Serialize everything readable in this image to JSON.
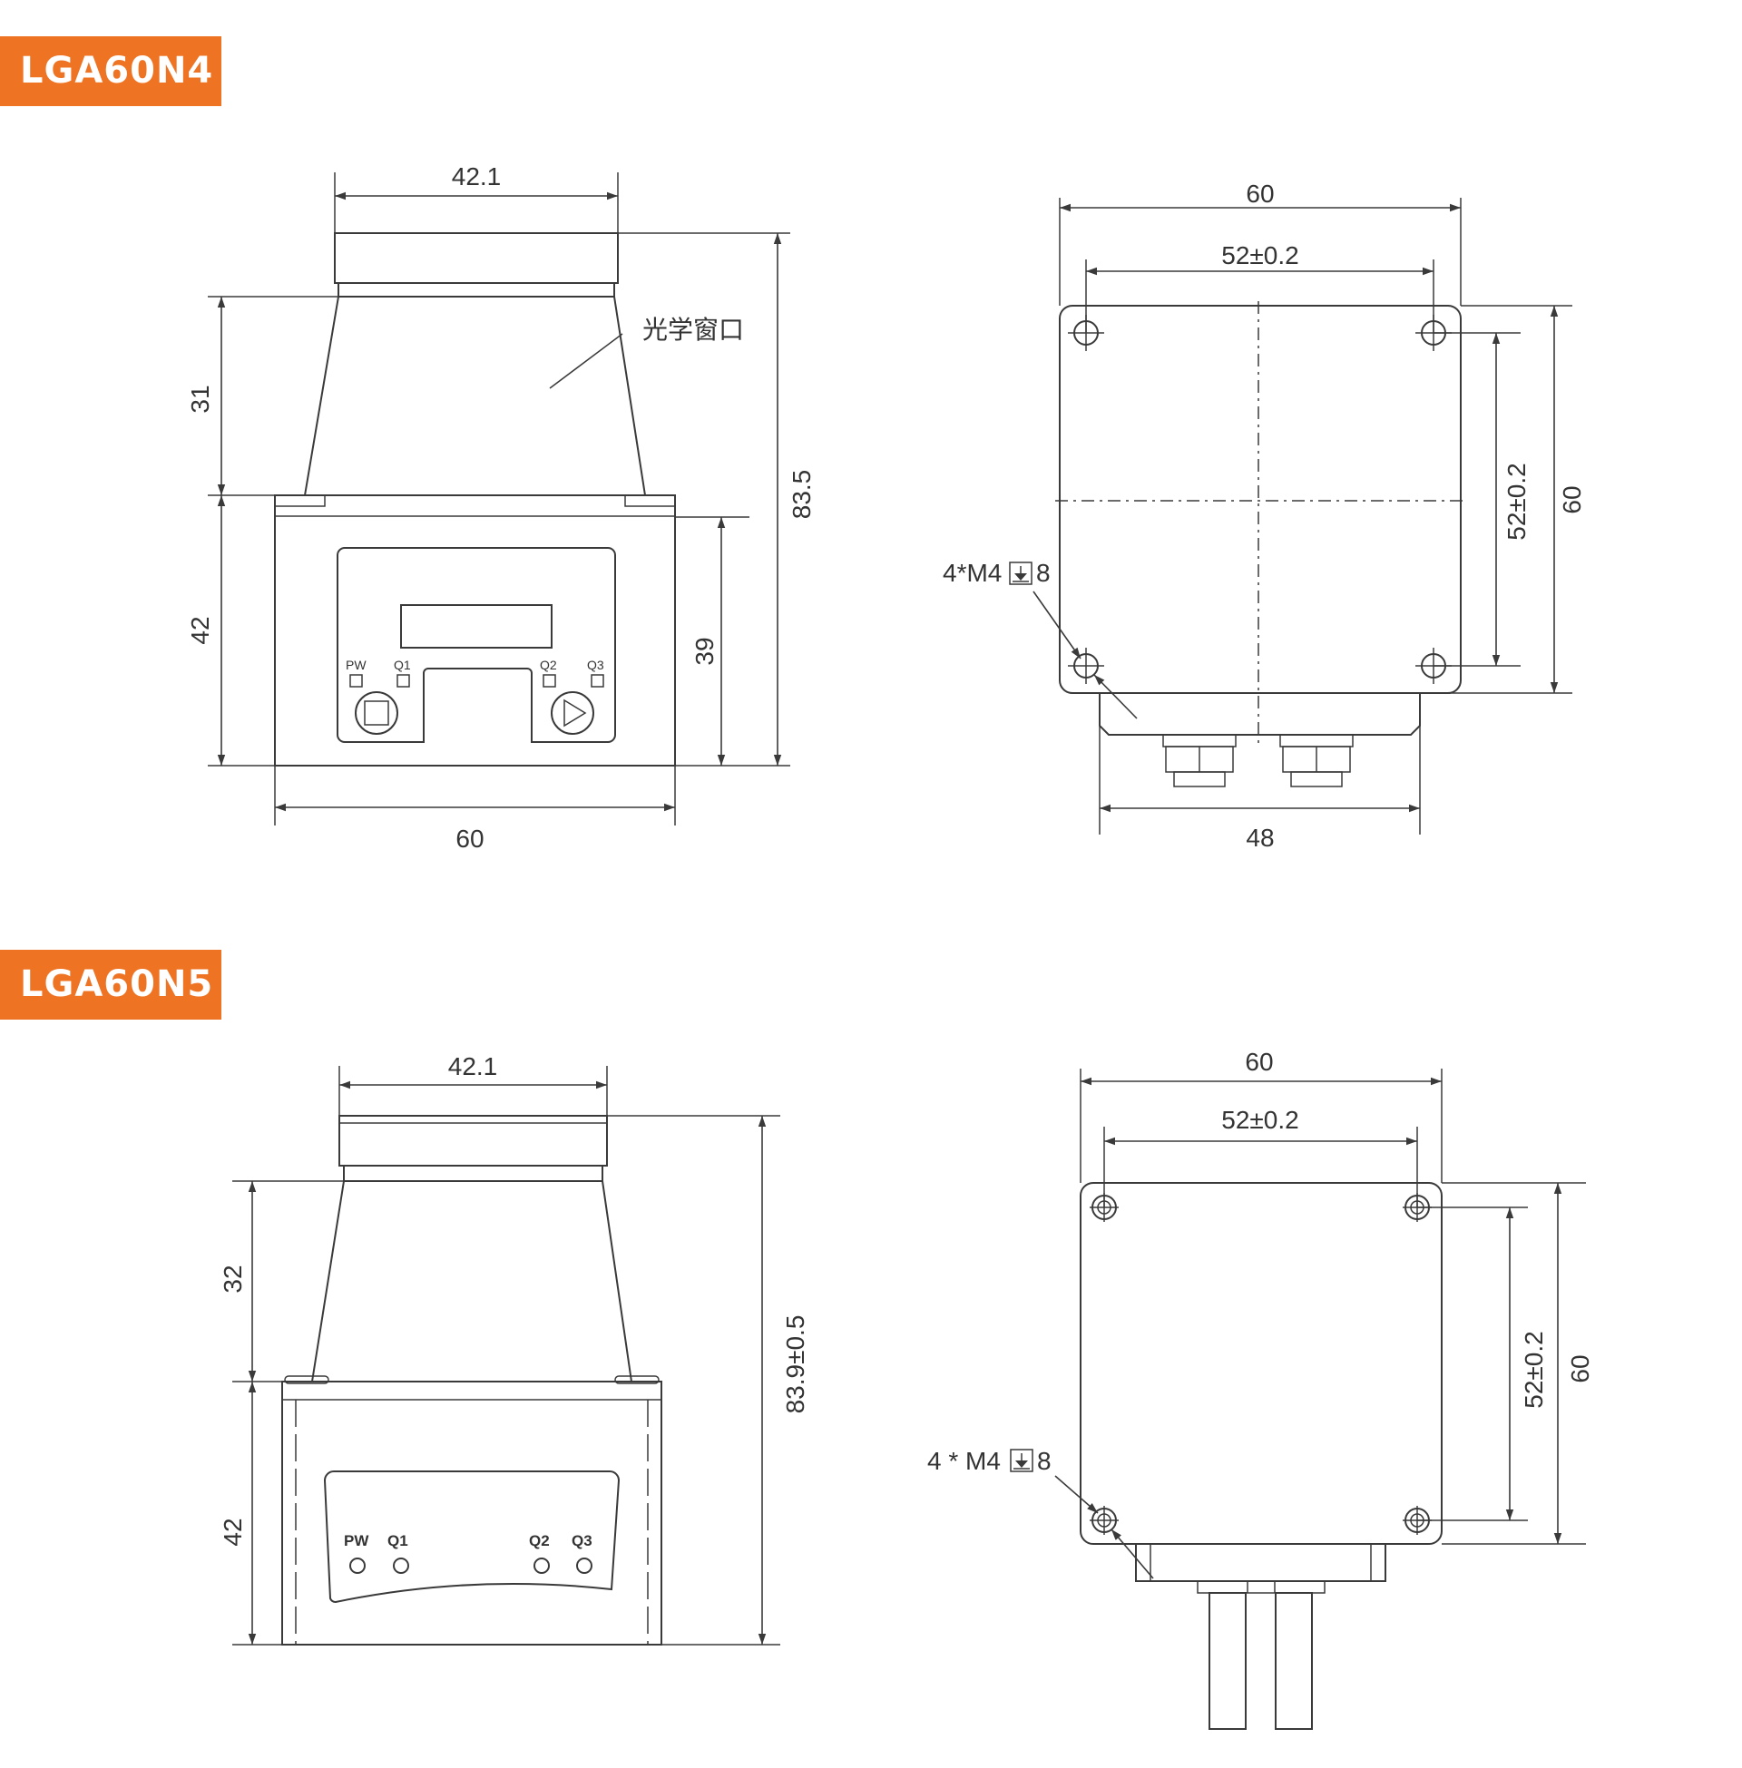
{
  "models": [
    {
      "name": "LGA60N4",
      "front": {
        "width_top": "42.1",
        "height_window": "31",
        "height_base": "42",
        "height_panel": "39",
        "height_total": "83.5",
        "width_base": "60",
        "window_label": "光学窗口",
        "leds": [
          "PW",
          "Q1",
          "Q2",
          "Q3"
        ]
      },
      "top": {
        "width_outer": "60",
        "hole_spacing_x": "52±0.2",
        "hole_spacing_y": "52±0.2",
        "height_outer": "60",
        "connector_width": "48",
        "hole_spec": "4*M4",
        "hole_depth": "8"
      }
    },
    {
      "name": "LGA60N5",
      "front": {
        "width_top": "42.1",
        "height_window": "32",
        "height_base": "42",
        "height_total": "83.9±0.5",
        "leds": [
          "PW",
          "Q1",
          "Q2",
          "Q3"
        ]
      },
      "top": {
        "width_outer": "60",
        "hole_spacing_x": "52±0.2",
        "hole_spacing_y": "52±0.2",
        "height_outer": "60",
        "hole_spec": "4 * M4",
        "hole_depth": "8"
      }
    }
  ],
  "colors": {
    "tag": "#ee7322",
    "line": "#3a3a3a"
  }
}
